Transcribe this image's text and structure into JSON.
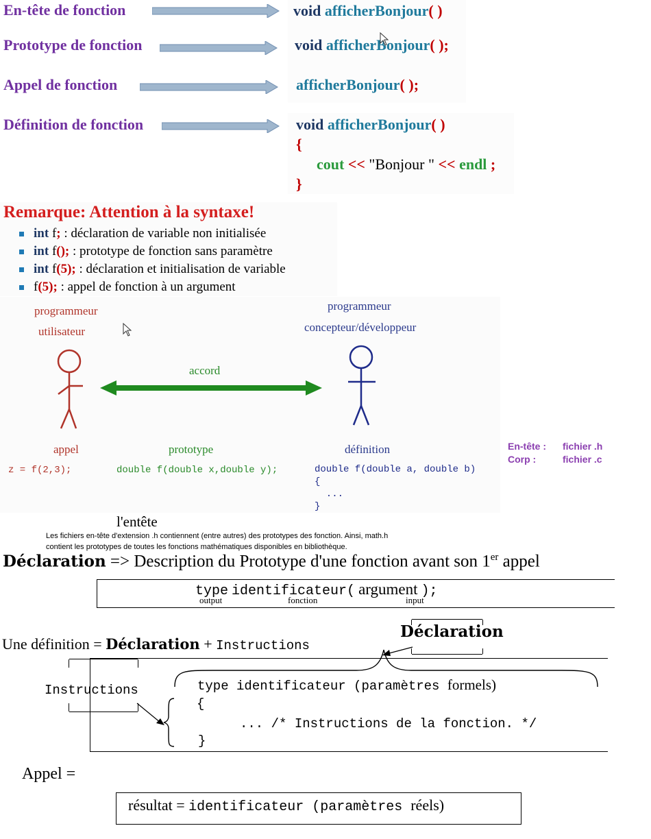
{
  "colors": {
    "purple": "#7030a0",
    "navy": "#1f3864",
    "teal": "#1f7a9c",
    "red": "#c00000",
    "green": "#2a9a3c",
    "remark_red": "#d41e1e",
    "arrow_fill": "#9fb6cd"
  },
  "icons": [
    "arrow-right-icon",
    "double-arrow-icon",
    "stick-figure-icon",
    "cursor-icon",
    "brace-icon",
    "square-bracket-icon",
    "bullet-square-icon"
  ],
  "terms": {
    "entete": {
      "label": "En-tête de fonction",
      "kw": "void",
      "name": "afficherBonjour",
      "paren": "( )",
      "semi": ""
    },
    "prototype": {
      "label": "Prototype de fonction",
      "kw": "void",
      "name": "afficherBonjour",
      "paren": "( )",
      "semi": ";"
    },
    "appel": {
      "label": "Appel de fonction",
      "kw": "",
      "name": "afficherBonjour",
      "paren": "( )",
      "semi": ";"
    },
    "definition": {
      "label": "Définition de fonction",
      "kw": "void",
      "name": "afficherBonjour",
      "paren": "( )",
      "semi": ""
    }
  },
  "definition_body": {
    "open_brace": "{",
    "cout": "cout",
    "op1": "<<",
    "string": "\"Bonjour \"",
    "op2": "<<",
    "endl": "endl",
    "semi": ";",
    "close_brace": "}"
  },
  "remarque": {
    "title": "Remarque: Attention à la syntaxe!",
    "items": [
      {
        "kw": "int",
        "code": "f",
        "punct": ";",
        "desc": " : déclaration de variable non initialisée"
      },
      {
        "kw": "int",
        "code": "f",
        "punct": "();",
        "desc": " : prototype de fonction sans paramètre"
      },
      {
        "kw": "int",
        "code": "f",
        "punct": "(5);",
        "desc": " : déclaration et initialisation de variable"
      },
      {
        "kw": "",
        "code": "f",
        "punct": "(5);",
        "desc": " : appel de fonction à un argument"
      }
    ]
  },
  "diagram": {
    "left_role_1": "programmeur",
    "left_role_2": "utilisateur",
    "right_role_1": "programmeur",
    "right_role_2": "concepteur/développeur",
    "accord": "accord",
    "appel": "appel",
    "prototype": "prototype",
    "definition": "définition",
    "appel_code": "z = f(2,3);",
    "prototype_code": "double f(double x,double y);",
    "definition_code_1": "double f(double a, double b)",
    "definition_code_2": "{",
    "definition_code_3": "  ...",
    "definition_code_4": "}"
  },
  "files": {
    "entete_label": "En-tête :",
    "entete_value": "fichier .h",
    "corp_label": "Corp :",
    "corp_value": "fichier .c"
  },
  "entete_note": {
    "title": "l'entête",
    "line1": "Les fichiers en-tête d'extension .h contiennent (entre autres) des prototypes des fonction. Ainsi, math.h",
    "line2": "contient les prototypes de toutes les fonctions mathématiques disponibles en bibliothèque."
  },
  "declaration": {
    "bold": "Déclaration",
    "arrow": " => ",
    "rest": "Description du Prototype d'une fonction avant son 1",
    "sup": "er",
    "tail": " appel",
    "box_type": "type",
    "box_ident": "identificateur",
    "box_open": "(",
    "box_arg": "argument",
    "box_close": ");",
    "sub_output": "output",
    "sub_fonction": "fonction",
    "sub_input": "input"
  },
  "definition_formula": {
    "prefix": "Une définition = ",
    "bold": "Déclaration",
    "plus": " + ",
    "instr": "Instructions",
    "declaration_tag": "Déclaration",
    "instructions_tag": "Instructions",
    "line1_code": "type identificateur (paramètres ",
    "line1_serif": "formels)",
    "line2": "{",
    "line3": "... /* Instructions de la fonction. */",
    "line4": "}"
  },
  "appel_formula": {
    "title": "Appel =",
    "res": "résultat = ",
    "ident": "identificateur (paramètres ",
    "reels": "réels)"
  }
}
